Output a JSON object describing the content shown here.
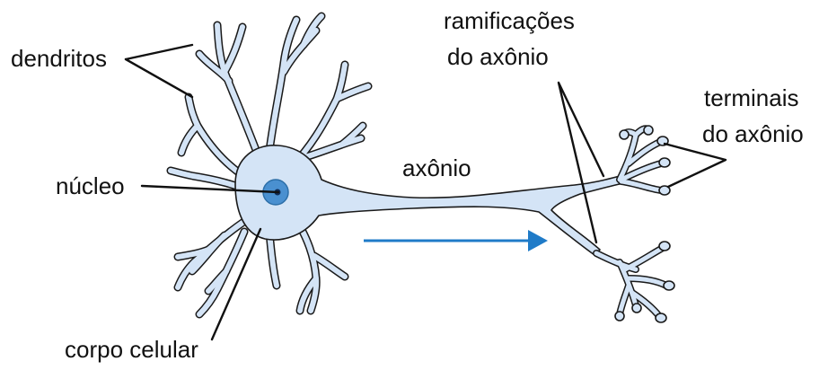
{
  "labels": {
    "dendrites": "dendritos",
    "nucleus": "núcleo",
    "cell_body": "corpo celular",
    "axon": "axônio",
    "axon_branches_line1": "ramificações",
    "axon_branches_line2": "do axônio",
    "axon_terminals_line1": "terminais",
    "axon_terminals_line2": "do axônio"
  },
  "colors": {
    "neuron_fill": "#d4e4f6",
    "outline": "#1a1a1a",
    "nucleus_fill": "#4a90d0",
    "nucleolus": "#0d2a55",
    "signal_arrow": "#1f7bc8"
  },
  "signal_direction": "left-to-right"
}
